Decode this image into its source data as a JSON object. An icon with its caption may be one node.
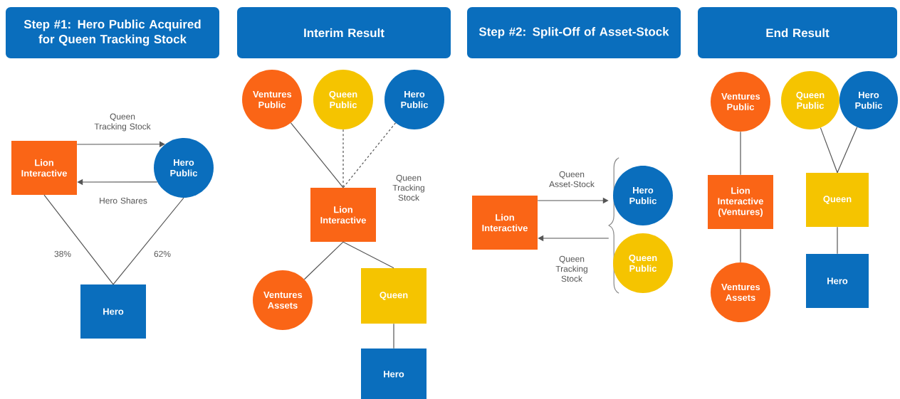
{
  "diagram": {
    "nodes": [
      {
        "text": [
          "Step #1: Hero Public Acquired for Queen Tracking Stock"
        ]
      },
      {
        "text": [
          "Lion Interactive"
        ]
      },
      {
        "text": [
          "Hero Public"
        ]
      },
      {
        "text": [
          "Hero"
        ]
      },
      {
        "text": [
          "Interim Result"
        ]
      },
      {
        "text": [
          "Ventures Public"
        ]
      },
      {
        "text": [
          "Queen Public"
        ]
      },
      {
        "text": [
          "Hero Public"
        ]
      },
      {
        "text": [
          "Lion Interactive"
        ]
      },
      {
        "text": [
          "Ventures Assets"
        ]
      },
      {
        "text": [
          "Queen"
        ]
      },
      {
        "text": [
          "Hero"
        ]
      },
      {
        "text": [
          "Step #2: Split-Off of Asset-Stock"
        ]
      },
      {
        "text": [
          "Lion Interactive"
        ]
      },
      {
        "text": [],
        "shape": "bracket"
      },
      {
        "text": [
          "Hero Public"
        ]
      },
      {
        "text": [
          "Queen Public"
        ]
      },
      {
        "text": [
          "End Result"
        ]
      },
      {
        "text": [
          "Ventures Public"
        ]
      },
      {
        "text": [
          "Queen Public"
        ]
      },
      {
        "text": [
          "Hero Public"
        ]
      },
      {
        "text": [
          "Lion Interactive (Ventures)"
        ]
      },
      {
        "text": [
          "Queen"
        ]
      },
      {
        "text": [
          "Ventures Assets"
        ]
      },
      {
        "text": [
          "Hero"
        ]
      }
    ],
    "edges": [
      {
        "from": 1,
        "to": 2,
        "arrow": "to",
        "label": "Queen Tracking Stock"
      },
      {
        "from": 2,
        "to": 1,
        "arrow": "to",
        "label": "Hero Shares"
      },
      {
        "from": 1,
        "to": 3,
        "arrow": "none",
        "label": "38%"
      },
      {
        "from": 2,
        "to": 3,
        "arrow": "none",
        "label": "62%"
      },
      {
        "from": 5,
        "to": 8,
        "arrow": "none"
      },
      {
        "from": 6,
        "to": 8,
        "arrow": "none",
        "style": "dashed"
      },
      {
        "from": 7,
        "to": 8,
        "arrow": "none",
        "style": "dashed",
        "label": "Queen Tracking Stock"
      },
      {
        "from": 8,
        "to": 9,
        "arrow": "none"
      },
      {
        "from": 8,
        "to": 10,
        "arrow": "none"
      },
      {
        "from": 10,
        "to": 11,
        "arrow": "none"
      },
      {
        "from": 13,
        "to": 14,
        "arrow": "to",
        "label": "Queen Asset-Stock"
      },
      {
        "from": 14,
        "to": 13,
        "arrow": "to",
        "label": "Queen Tracking Stock"
      },
      {
        "from": 18,
        "to": 21,
        "arrow": "none"
      },
      {
        "from": 19,
        "to": 22,
        "arrow": "none"
      },
      {
        "from": 20,
        "to": 22,
        "arrow": "none"
      },
      {
        "from": 21,
        "to": 23,
        "arrow": "none"
      },
      {
        "from": 22,
        "to": 24,
        "arrow": "none"
      }
    ]
  }
}
